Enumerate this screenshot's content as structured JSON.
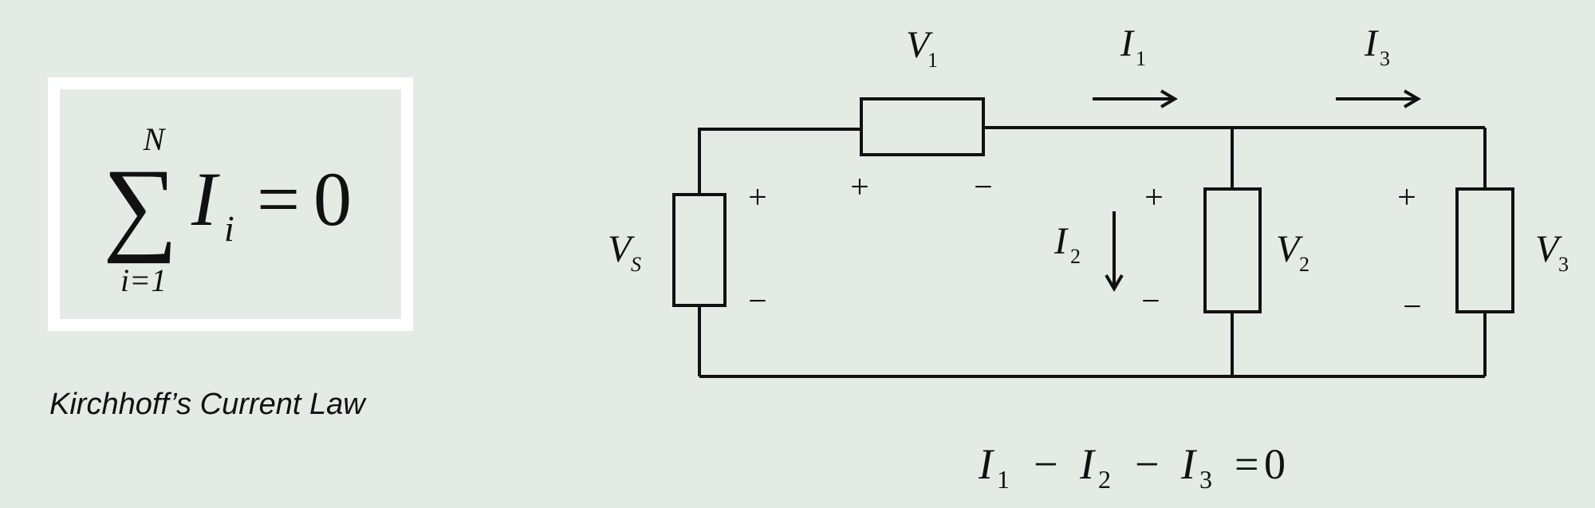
{
  "formula": {
    "sum_upper": "N",
    "sum_symbol": "∑",
    "term": "I",
    "term_sub": "i",
    "sum_lower": "i=1",
    "equals": "=",
    "rhs": "0"
  },
  "caption": "Kirchhoff’s Current Law",
  "circuit": {
    "labels": {
      "v1": {
        "base": "V",
        "sub": "1"
      },
      "vs": {
        "base": "V",
        "sub": "S"
      },
      "v2": {
        "base": "V",
        "sub": "2"
      },
      "v3": {
        "base": "V",
        "sub": "3"
      },
      "i1": {
        "base": "I",
        "sub": "1"
      },
      "i2": {
        "base": "I",
        "sub": "2"
      },
      "i3": {
        "base": "I",
        "sub": "3"
      }
    },
    "plus": "+",
    "minus": "−"
  },
  "equation": {
    "i1": {
      "base": "I",
      "sub": "1"
    },
    "op1": "−",
    "i2": {
      "base": "I",
      "sub": "2"
    },
    "op2": "−",
    "i3": {
      "base": "I",
      "sub": "3"
    },
    "eq": "=",
    "rhs": "0"
  }
}
